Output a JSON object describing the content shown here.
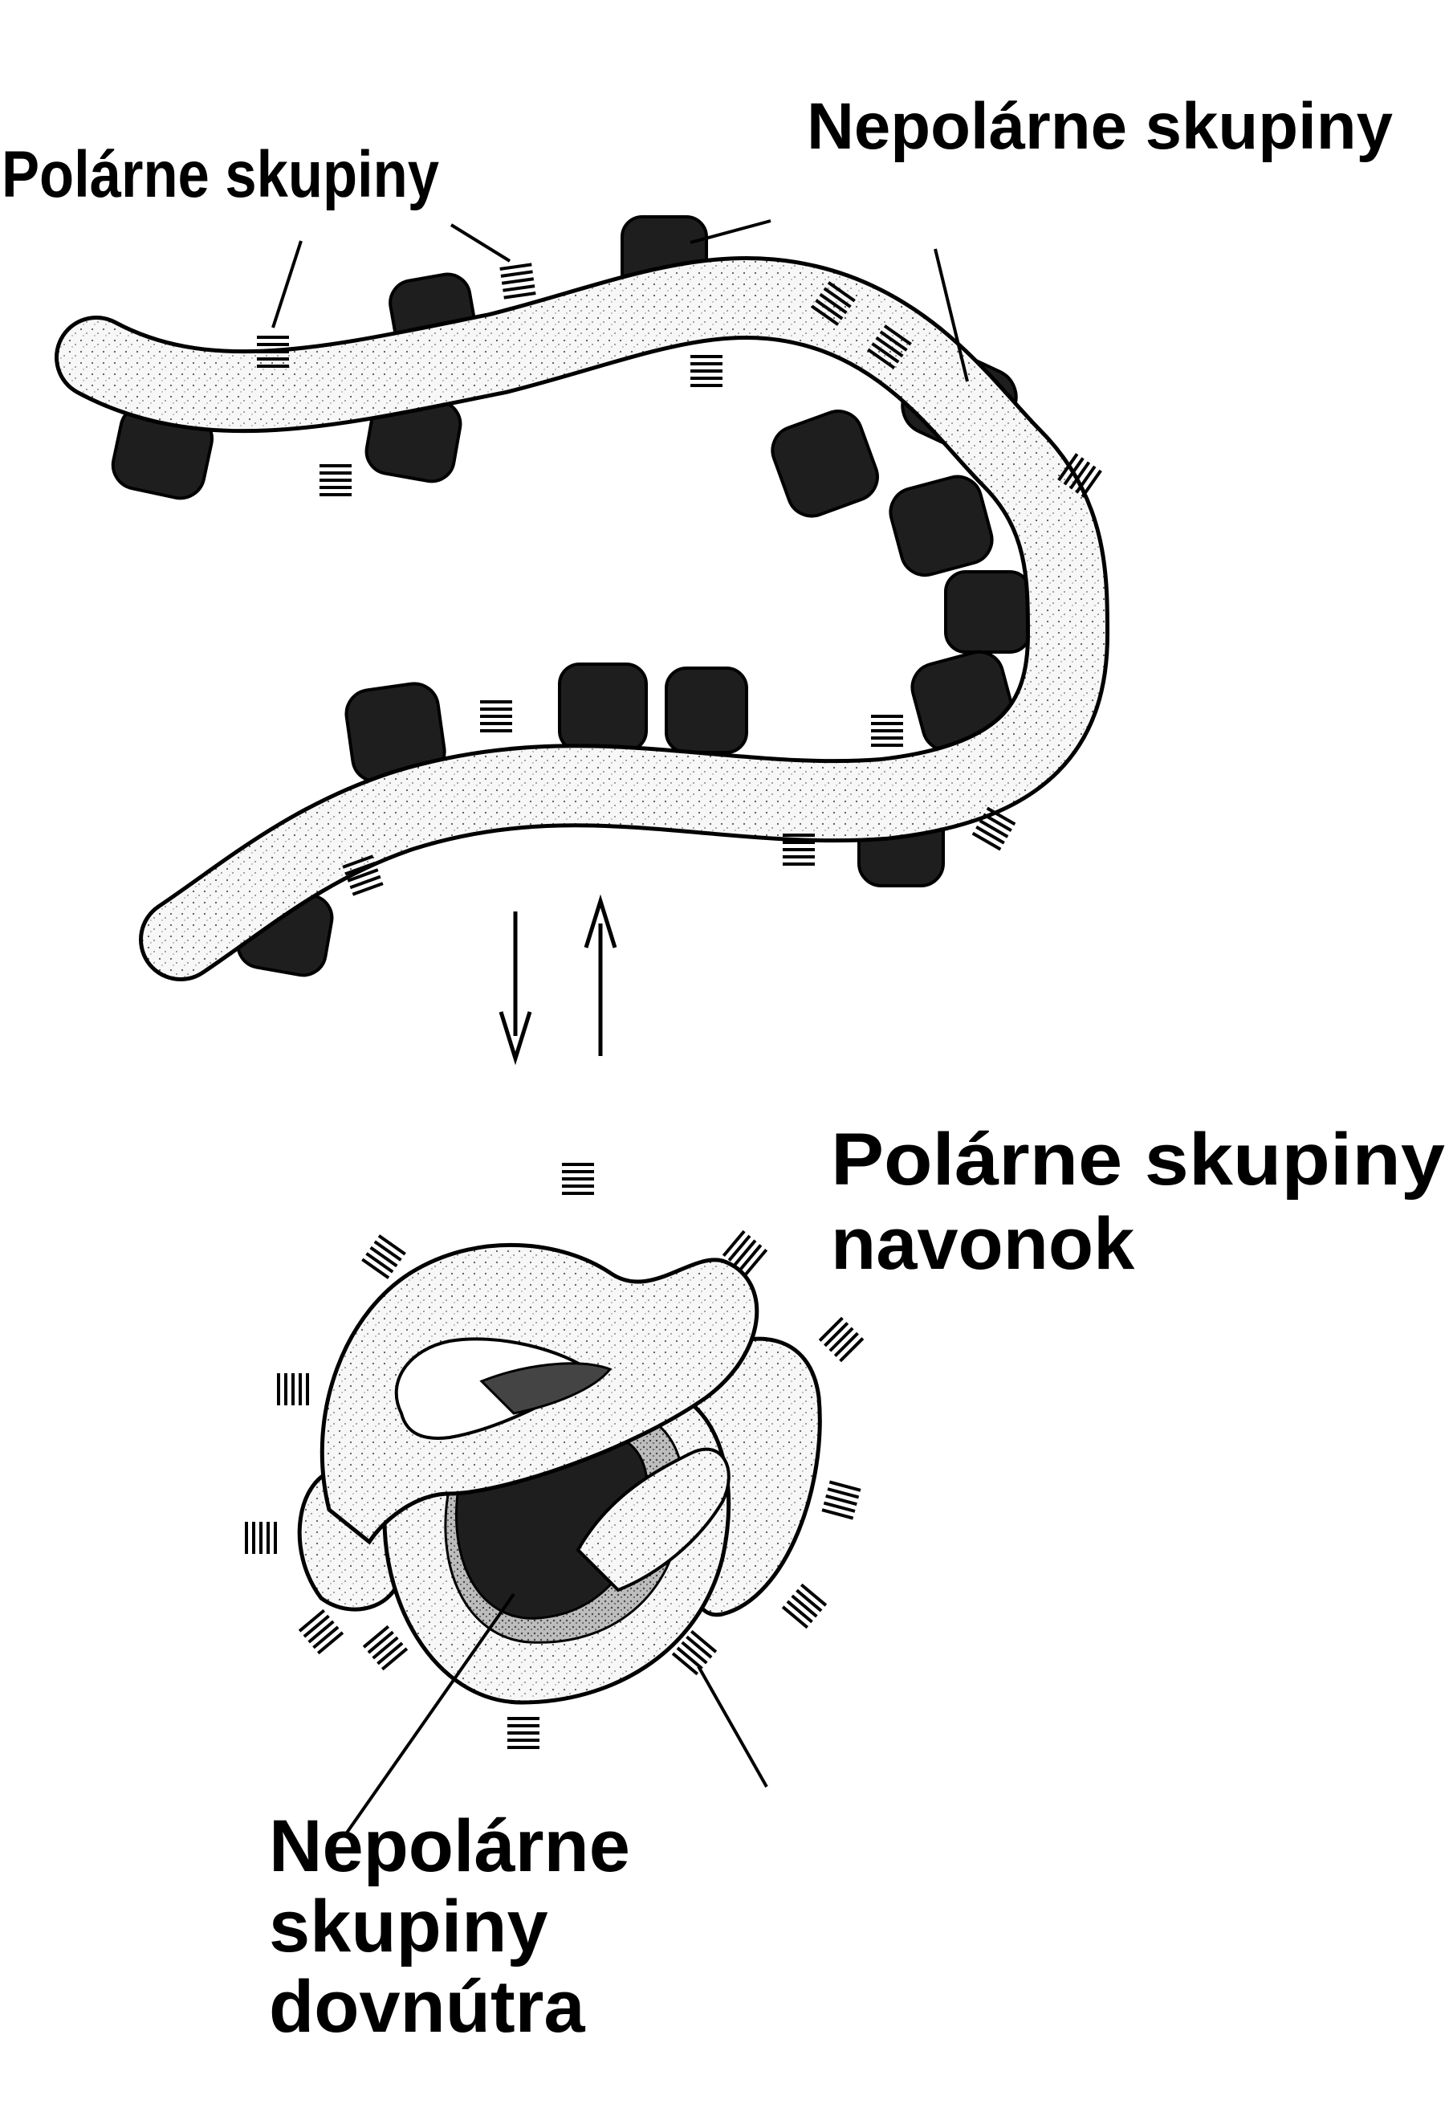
{
  "labels": {
    "polar_groups": "Polárne skupiny",
    "nonpolar_groups": "Nepolárne skupiny",
    "polar_outside_line1": "Polárne skupiny",
    "polar_outside_line2": "navonok",
    "nonpolar_inside_line1": "Nepolárne",
    "nonpolar_inside_line2": "skupiny",
    "nonpolar_inside_line3": "dovnútra"
  },
  "colors": {
    "ink": "#000000",
    "chain_fill": "#f6f6f6",
    "nonpolar_block": "#1e1e1e",
    "shadow_gray": "#8a8a8a"
  },
  "icons": {
    "equilibrium": "double-arrow-down-up"
  }
}
